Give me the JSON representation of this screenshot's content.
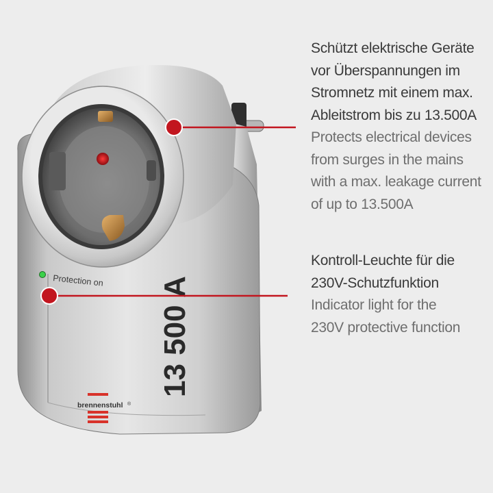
{
  "product": {
    "led_label": "Protection on",
    "rating": "13 500 A",
    "brand": "brennenstuhl",
    "brand_mark": "®"
  },
  "callouts": [
    {
      "de_lines": [
        "Schützt elektrische Geräte",
        "vor Überspannungen im",
        "Stromnetz mit einem max.",
        "Ableitstrom bis zu 13.500A"
      ],
      "en_lines": [
        "Protects electrical devices",
        "from surges in the mains",
        "with a max. leakage current",
        "of up to 13.500A"
      ]
    },
    {
      "de_lines": [
        "Kontroll-Leuchte für die",
        "230V-Schutzfunktion"
      ],
      "en_lines": [
        "Indicator light for the",
        "230V protective function"
      ]
    }
  ],
  "colors": {
    "background": "#ededed",
    "marker": "#c2161f",
    "led": "#3bd14a",
    "brand_red": "#d8322a",
    "german_text": "#3a3a3a",
    "english_text": "#6e6e6e"
  }
}
